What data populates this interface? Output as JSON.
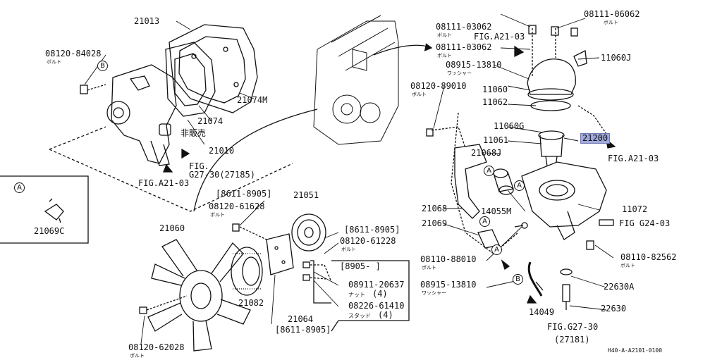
{
  "parts": {
    "p21013": "21013",
    "p08120_84028": "08120-84028",
    "p21074M": "21074M",
    "p21074": "21074",
    "p21010": "21010",
    "p08111_03062a": "08111-03062",
    "p08111_06062": "08111-06062",
    "p08111_03062b": "08111-03062",
    "p11060J": "11060J",
    "p08915_13810a": "08915-13810",
    "p08120_89010": "08120-89010",
    "p11060": "11060",
    "p11062": "11062",
    "p11060G": "11060G",
    "p11061": "11061",
    "p21068J": "21068J",
    "p21200": "21200",
    "p21069C": "21069C",
    "p08120_61628": "08120-61628",
    "p21051": "21051",
    "p08120_61228": "08120-61228",
    "p21060": "21060",
    "p21068": "21068",
    "p14055M": "14055M",
    "p11072": "11072",
    "p21069": "21069",
    "p08110_88010": "08110-88010",
    "p08110_82562": "08110-82562",
    "p08911_20637": "08911-20637",
    "p08915_13810b": "08915-13810",
    "p22630A": "22630A",
    "p21082": "21082",
    "p08226_61410": "08226-61410",
    "p21064": "21064",
    "p14049": "14049",
    "p22630": "22630",
    "p08120_62028": "08120-62028"
  },
  "refs": {
    "figA2103_top": "FIG.A21-03",
    "figA2103_right": "FIG.A21-03",
    "figA2103_left": "FIG.A21-03",
    "figG2730_left_line1": "FIG.",
    "figG2730_left_line2": "G27-30(27185)",
    "figG2403": "FIG G24-03",
    "figG2730_bottom_line1": "FIG.G27-30",
    "figG2730_bottom_line2": "(27181)"
  },
  "notes": {
    "bolt": "ボルト",
    "washer": "ワッシャー",
    "nut": "ナット",
    "stud": "スタッド",
    "not_sold": "非販売",
    "qty4_nut": "(4)",
    "qty4_stud": "(4)",
    "range_8611_8905_a": "[8611-8905]",
    "range_8611_8905_b": "[8611-8905]",
    "range_8905": "[8905-    ]",
    "range_8611_8905_c": "[8611-8905]"
  },
  "markers": {
    "A": "A",
    "B": "B"
  },
  "footer": {
    "code": "H40-A-A2101-0100"
  },
  "colors": {
    "highlight": "#9fa8d8",
    "ink": "#111111"
  }
}
